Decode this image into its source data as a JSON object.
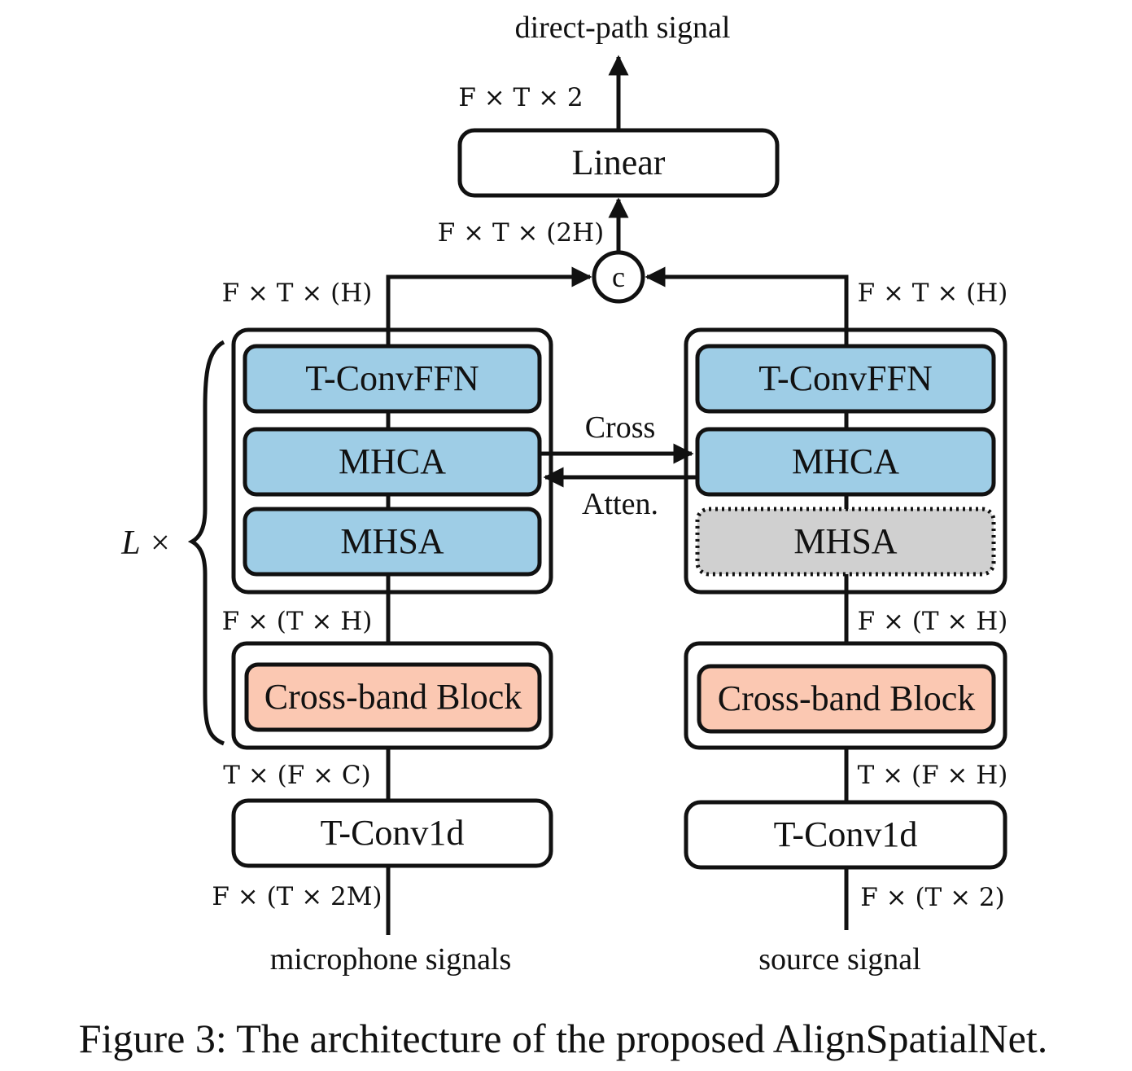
{
  "output_label": "direct-path signal",
  "linear_label": "Linear",
  "concat_label": "c",
  "dims": {
    "out": "F × T × 2",
    "concat_out": "F × T × (2H)",
    "left_top": "F × T × (H)",
    "right_top": "F × T × (H)",
    "left_mid": "F × (T × H)",
    "right_mid": "F × (T × H)",
    "left_low": "T × (F × C)",
    "right_low": "T × (F × H)",
    "left_in": "F × (T × 2M)",
    "right_in": "F × (T × 2)"
  },
  "left": {
    "tconvffn": "T-ConvFFN",
    "mhca": "MHCA",
    "mhsa": "MHSA",
    "crossband": "Cross-band Block",
    "tconv1d": "T-Conv1d",
    "input_label": "microphone signals"
  },
  "right": {
    "tconvffn": "T-ConvFFN",
    "mhca": "MHCA",
    "mhsa": "MHSA",
    "crossband": "Cross-band Block",
    "tconv1d": "T-Conv1d",
    "input_label": "source signal"
  },
  "cross_attn": {
    "top": "Cross",
    "bottom": "Atten."
  },
  "repeat_label": "L ×",
  "caption": "Figure 3: The architecture of the proposed AlignSpatialNet.",
  "colors": {
    "attention_block": "#9ecde6",
    "crossband_block": "#fbc8b2",
    "disabled_block": "#d0d0d0",
    "outline": "#111111"
  }
}
